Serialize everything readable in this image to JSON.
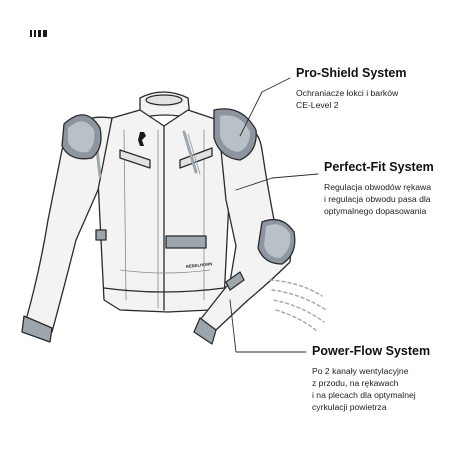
{
  "colors": {
    "outline": "#2b2b2b",
    "fabric": "#f3f3f3",
    "fabric_shadow": "#e2e2e2",
    "accent_gray": "#9ea6ad",
    "protector": "#8d96a0",
    "protector_light": "#b9c0c6"
  },
  "logo_text": "REBELHORN",
  "features": [
    {
      "title": "Pro-Shield System",
      "lines": [
        "Ochraniacze łokci i barków",
        "CE-Level 2"
      ]
    },
    {
      "title": "Perfect-Fit System",
      "lines": [
        "Regulacja obwodów rękawa",
        "i regulacja obwodu pasa dla",
        "optymalnego dopasowania"
      ]
    },
    {
      "title": "Power-Flow System",
      "lines": [
        "Po 2 kanały wentylacyjne",
        "z przodu, na rękawach",
        "i na plecach dla optymalnej",
        "cyrkulacji powietrza"
      ]
    }
  ],
  "icons": {
    "brand": "brand-bars-icon",
    "airflow": "airflow-icon"
  }
}
